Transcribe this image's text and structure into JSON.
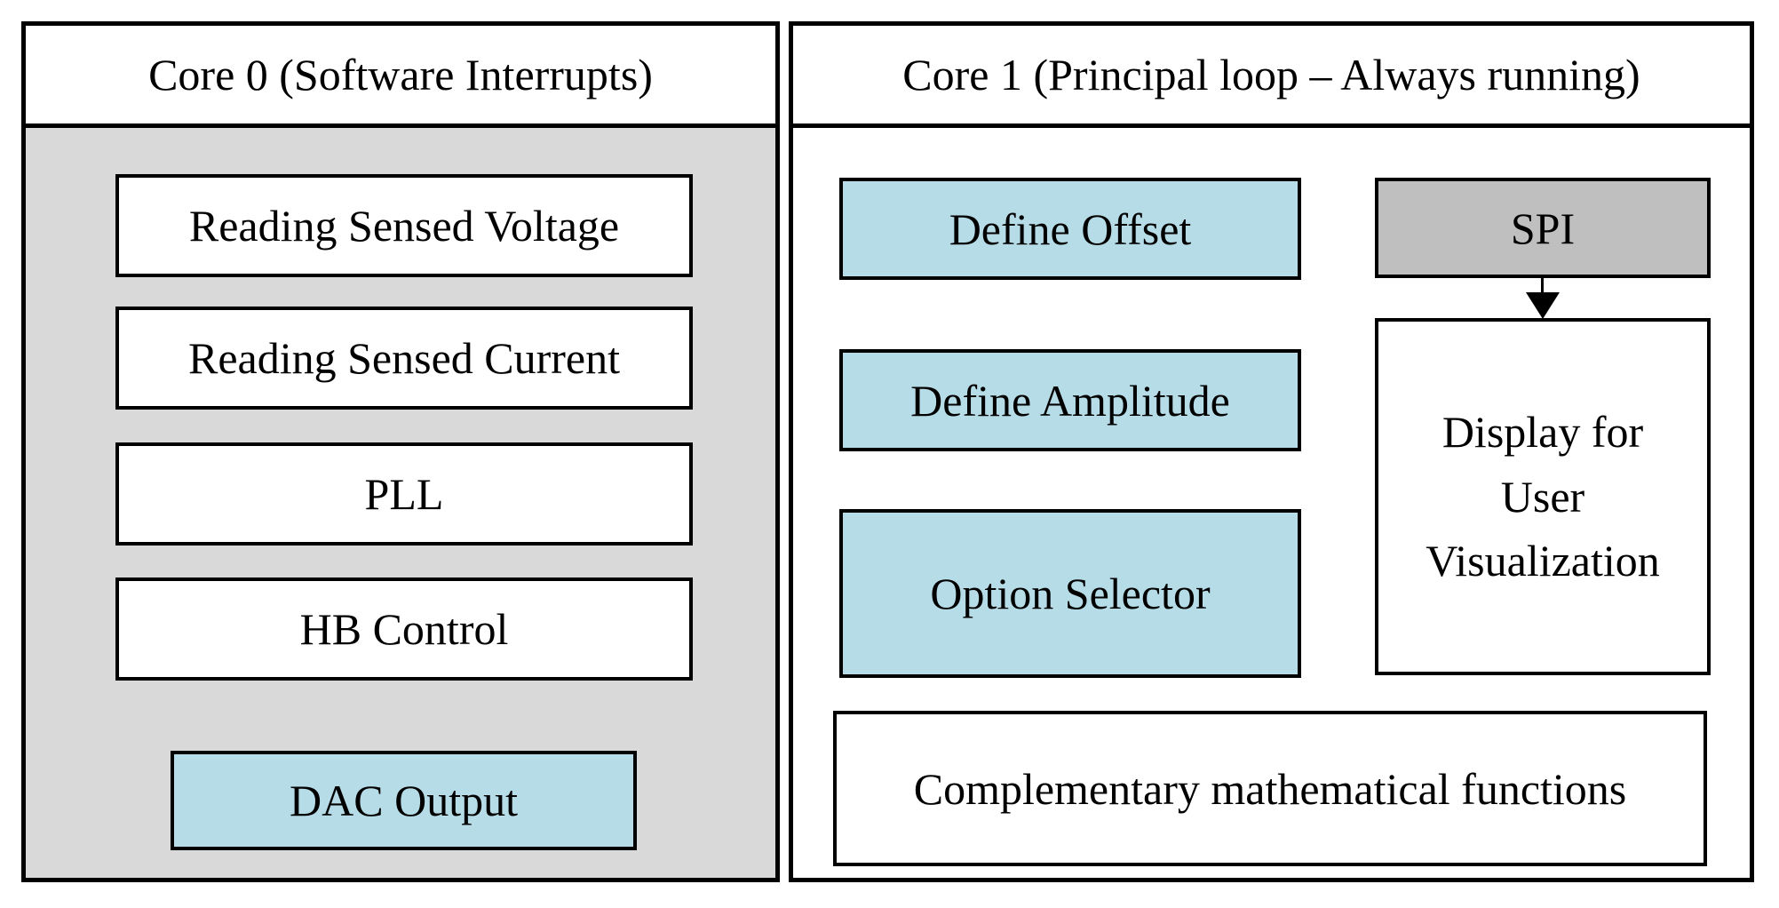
{
  "figure": {
    "core0": {
      "title": "Core 0 (Software Interrupts)",
      "boxes": [
        {
          "label": "Reading Sensed Voltage",
          "variant": "white"
        },
        {
          "label": "Reading Sensed Current",
          "variant": "white"
        },
        {
          "label": "PLL",
          "variant": "white"
        },
        {
          "label": "HB Control",
          "variant": "white"
        },
        {
          "label": "DAC Output",
          "variant": "blue"
        }
      ]
    },
    "core1": {
      "title": "Core 1 (Principal loop – Always running)",
      "flow_boxes": [
        {
          "label": "Define Offset",
          "variant": "blue"
        },
        {
          "label": "Define Amplitude",
          "variant": "blue"
        },
        {
          "label": "Option Selector",
          "variant": "blue"
        }
      ],
      "spi": {
        "label": "SPI",
        "variant": "gray"
      },
      "display": {
        "label": "Display for User Visualization",
        "variant": "white"
      },
      "bottom": {
        "label": "Complementary mathematical functions",
        "variant": "white"
      },
      "arrow": {
        "from": "SPI",
        "to": "Display for User Visualization",
        "direction": "down"
      }
    },
    "colors": {
      "panel_body_gray": "#d9d9d9",
      "box_blue": "#b6dce7",
      "box_gray": "#bfbfbf",
      "border": "#000000",
      "background": "#ffffff",
      "text": "#000000"
    }
  }
}
